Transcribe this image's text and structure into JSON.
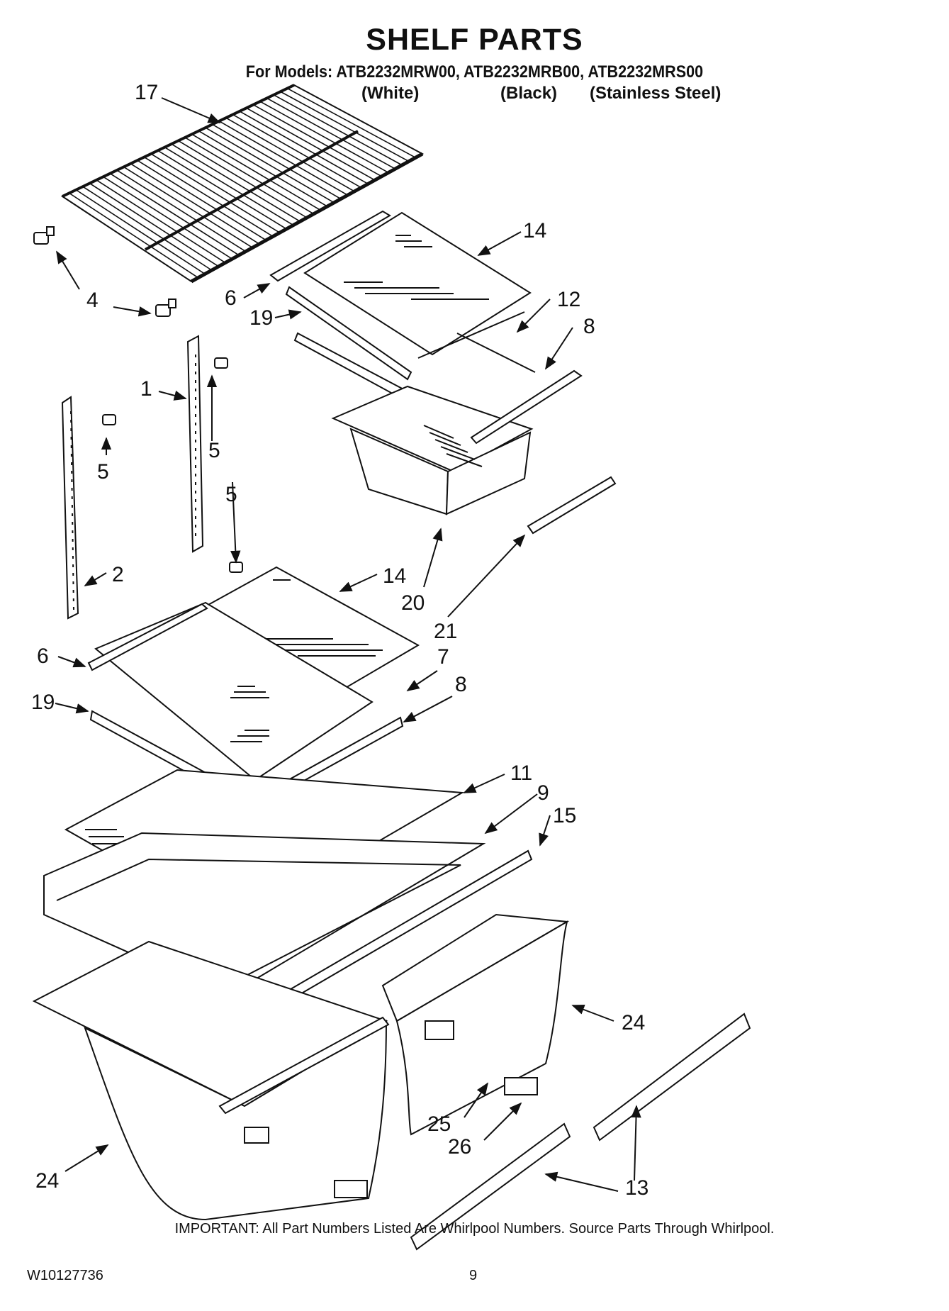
{
  "header": {
    "title": "SHELF PARTS",
    "models_line": "For Models: ATB2232MRW00, ATB2232MRB00, ATB2232MRS00",
    "variants": [
      "(White)",
      "(Black)",
      "(Stainless Steel)"
    ]
  },
  "callouts": [
    {
      "id": "c17",
      "label": "17"
    },
    {
      "id": "c14a",
      "label": "14"
    },
    {
      "id": "c4",
      "label": "4"
    },
    {
      "id": "c6a",
      "label": "6"
    },
    {
      "id": "c19a",
      "label": "19"
    },
    {
      "id": "c12",
      "label": "12"
    },
    {
      "id": "c8a",
      "label": "8"
    },
    {
      "id": "c1",
      "label": "1"
    },
    {
      "id": "c5a",
      "label": "5"
    },
    {
      "id": "c5b",
      "label": "5"
    },
    {
      "id": "c5c",
      "label": "5"
    },
    {
      "id": "c2",
      "label": "2"
    },
    {
      "id": "c14b",
      "label": "14"
    },
    {
      "id": "c20",
      "label": "20"
    },
    {
      "id": "c21",
      "label": "21"
    },
    {
      "id": "c6b",
      "label": "6"
    },
    {
      "id": "c7",
      "label": "7"
    },
    {
      "id": "c19b",
      "label": "19"
    },
    {
      "id": "c8b",
      "label": "8"
    },
    {
      "id": "c11",
      "label": "11"
    },
    {
      "id": "c9",
      "label": "9"
    },
    {
      "id": "c15",
      "label": "15"
    },
    {
      "id": "c24a",
      "label": "24"
    },
    {
      "id": "c25",
      "label": "25"
    },
    {
      "id": "c26",
      "label": "26"
    },
    {
      "id": "c24b",
      "label": "24"
    },
    {
      "id": "c13",
      "label": "13"
    }
  ],
  "footer": {
    "note": "IMPORTANT: All Part Numbers Listed Are Whirlpool Numbers. Source Parts Through Whirlpool.",
    "doc_id": "W10127736",
    "page": "9"
  }
}
